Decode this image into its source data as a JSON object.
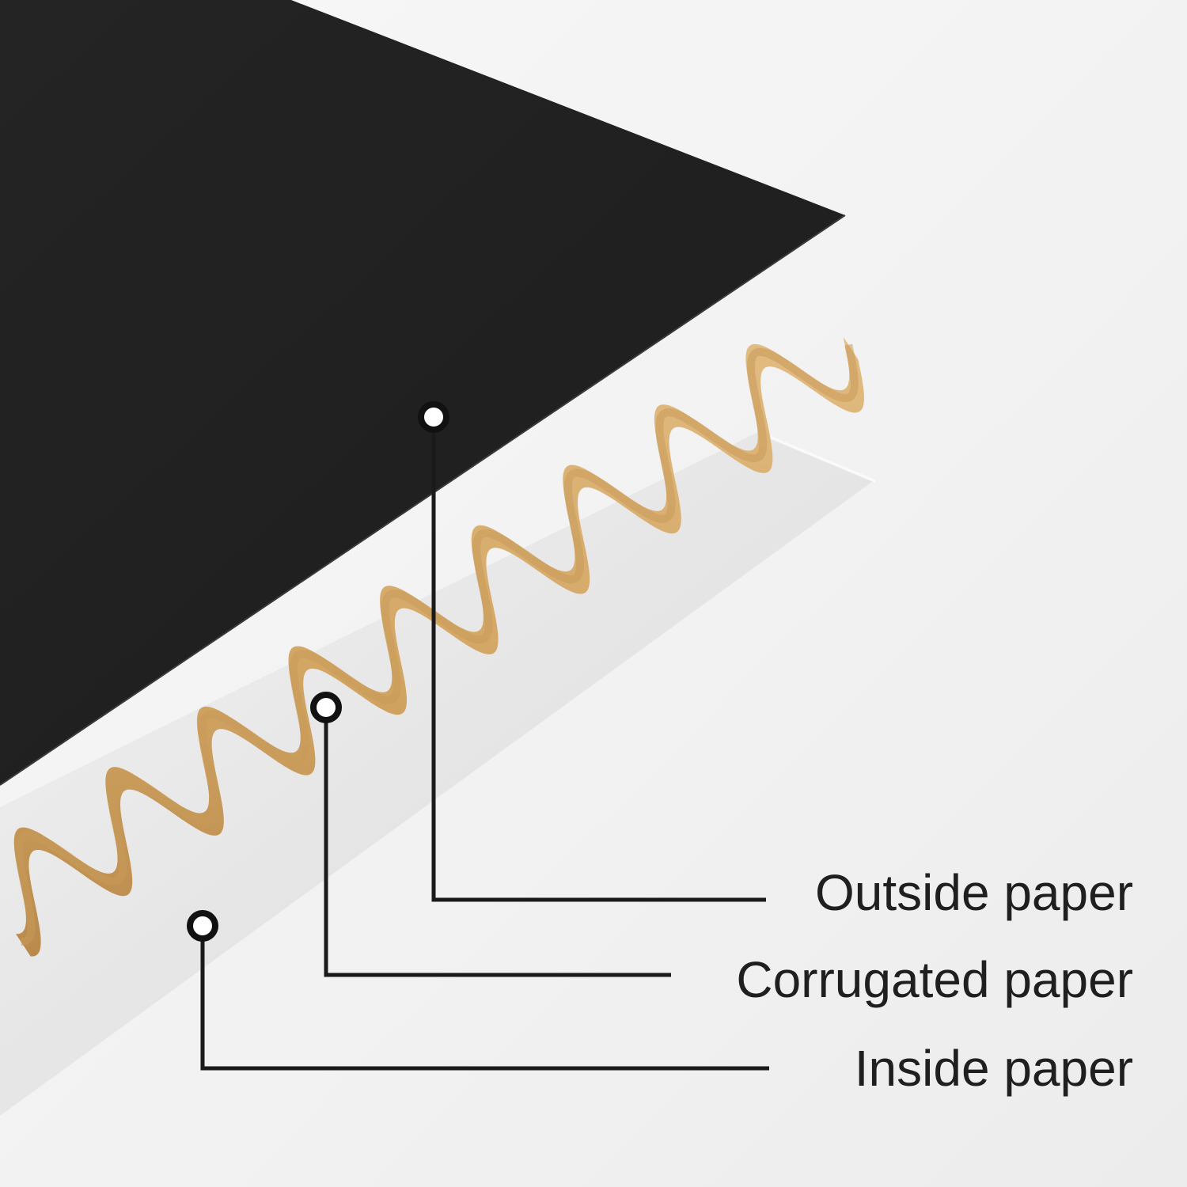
{
  "layers": [
    {
      "id": "outside",
      "label": "Outside paper",
      "color": "#222222"
    },
    {
      "id": "corrugated",
      "label": "Corrugated paper",
      "color": "#d3a869"
    },
    {
      "id": "inside",
      "label": "Inside paper",
      "color": "#e9e9e9"
    }
  ],
  "colors": {
    "text": "#1f1f1f",
    "leader_line": "#1a1a1a",
    "background": "#f4f4f4"
  }
}
